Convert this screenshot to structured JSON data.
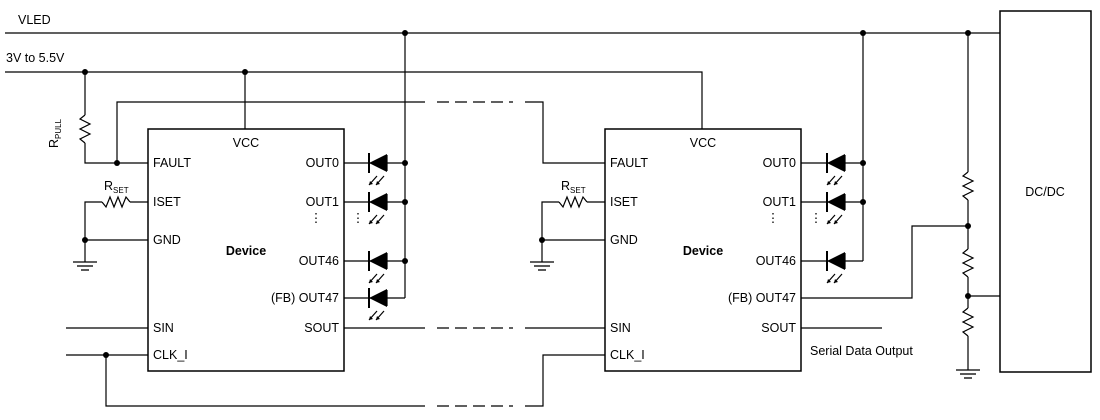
{
  "rails": {
    "vled": "VLED",
    "supply": "3V to 5.5V"
  },
  "pullup": {
    "r_main": "R",
    "r_sub": "PULL"
  },
  "device_1": {
    "vcc": "VCC",
    "name": "Device",
    "pins_left": {
      "fault": "FAULT",
      "iset": "ISET",
      "gnd": "GND",
      "sin": "SIN",
      "clk": "CLK_I"
    },
    "pins_right": {
      "out0": "OUT0",
      "out1": "OUT1",
      "out46": "OUT46",
      "out47": "(FB) OUT47",
      "sout": "SOUT"
    },
    "rset_main": "R",
    "rset_sub": "SET"
  },
  "device_2": {
    "vcc": "VCC",
    "name": "Device",
    "pins_left": {
      "fault": "FAULT",
      "iset": "ISET",
      "gnd": "GND",
      "sin": "SIN",
      "clk": "CLK_I"
    },
    "pins_right": {
      "out0": "OUT0",
      "out1": "OUT1",
      "out46": "OUT46",
      "out47": "(FB) OUT47",
      "sout": "SOUT"
    },
    "rset_main": "R",
    "rset_sub": "SET"
  },
  "converter": {
    "label": "DC/DC"
  },
  "serial_output": "Serial Data Output",
  "icons": [
    "led-icon",
    "resistor-icon",
    "ground-icon",
    "junction-dot-icon"
  ]
}
